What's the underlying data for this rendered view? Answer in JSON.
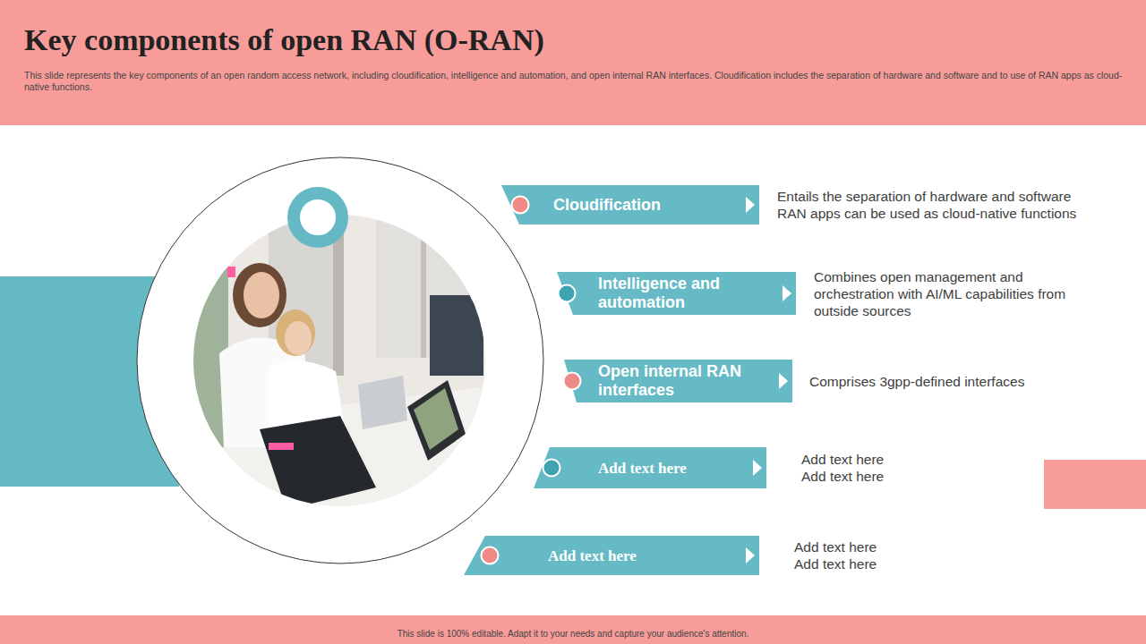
{
  "diagram": {
    "title": "Key components of open RAN (O-RAN)",
    "nodes": [
      {
        "text": [
          "Cloudification",
          "Entails the separation of hardware and software RAN apps can be used as cloud-native functions"
        ]
      },
      {
        "text": [
          "Intelligence and automation",
          "Combines open management and orchestration with AI/ML capabilities from outside sources"
        ]
      },
      {
        "text": [
          "Open internal RAN interfaces",
          "Comprises 3gpp-defined interfaces"
        ]
      },
      {
        "text": [
          "Add text here",
          "Add text here Add text here"
        ]
      },
      {
        "text": [
          "Add text here",
          "Add text here Add text here"
        ]
      }
    ],
    "labels": [
      "This slide represents the key components of an open random access network, including cloudification, intelligence and automation,  and open internal RAN interfaces. Cloudification includes the separation of hardware and software and to use of RAN apps as cloud-native functions.",
      "This slide is 100% editable. Adapt it to your needs and capture your audience's attention."
    ]
  }
}
